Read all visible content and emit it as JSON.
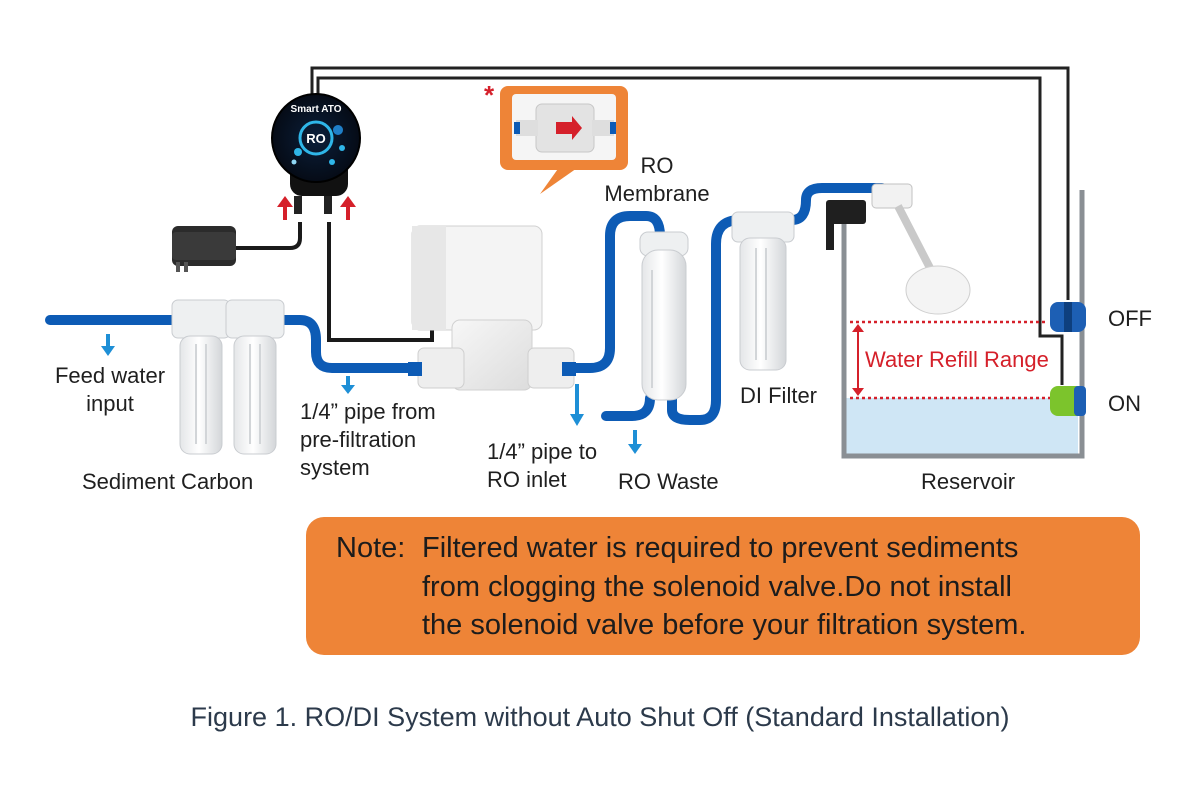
{
  "controller": {
    "brand": "Smart ATO",
    "badge": "RO"
  },
  "labels": {
    "feed_water": "Feed water\ninput",
    "sediment_carbon": "Sediment Carbon",
    "pipe_prefilter": "1/4” pipe from\npre-filtration\nsystem",
    "pipe_ro_inlet": "1/4” pipe to\nRO inlet",
    "ro_membrane": "RO\nMembrane",
    "ro_waste": "RO Waste",
    "di_filter": "DI Filter",
    "reservoir": "Reservoir",
    "off": "OFF",
    "on": "ON",
    "water_refill_range": "Water Refill Range"
  },
  "marker": "*",
  "note": {
    "prefix": "Note:",
    "text": "Filtered water is required to prevent sediments\nfrom clogging the solenoid valve.Do not install\nthe solenoid valve before your filtration system."
  },
  "caption": "Figure 1. RO/DI System without Auto Shut Off (Standard Installation)",
  "colors": {
    "pipe_blue": "#0d5bb5",
    "flow_arrow": "#1e8fd6",
    "signal_arrow": "#d5202a",
    "note_bg": "#ee8437",
    "water": "#cfe6f5",
    "sensor_off": "#1d5fb4",
    "sensor_on": "#7cc42c"
  }
}
